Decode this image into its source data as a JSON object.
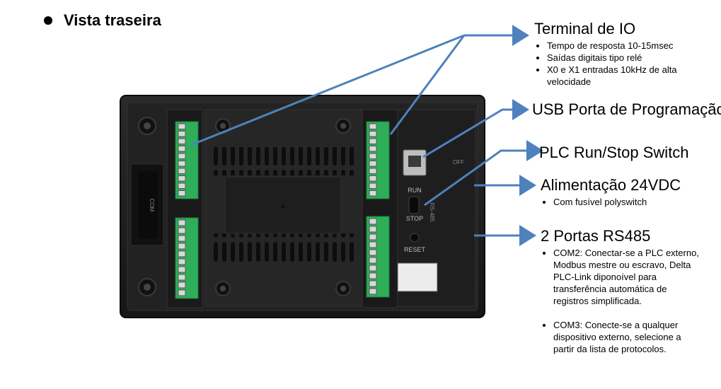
{
  "header": {
    "title": "Vista traseira"
  },
  "callouts": {
    "io": {
      "title": "Terminal de IO",
      "bullets": [
        "Tempo de resposta 10-15msec",
        "Saídas digitais tipo relé",
        "X0 e X1 entradas 10kHz de alta velocidade"
      ]
    },
    "usb": {
      "title": "USB Porta de Programação"
    },
    "switch": {
      "title": "PLC Run/Stop Switch"
    },
    "power": {
      "title": "Alimentação 24VDC",
      "bullets": [
        "Com fusível polyswitch"
      ]
    },
    "rs485": {
      "title": "2 Portas RS485",
      "bullets": [
        "COM2: Conectar-se a PLC externo, Modbus mestre ou escravo, Delta PLC-Link diponoível  para transferência automática de registros simplificada.",
        "COM3: Conecte-se a qualquer dispositivo externo, selecione a partir da lista de protocolos."
      ]
    }
  },
  "device": {
    "labels": {
      "run": "RUN",
      "stop": "STOP",
      "reset": "RESET",
      "off": "OFF",
      "rs485": "RS-485",
      "com": "COM"
    }
  },
  "colors": {
    "arrow": "#4f81bd",
    "terminal": "#2fae5a",
    "body": "#1b1b1b"
  }
}
